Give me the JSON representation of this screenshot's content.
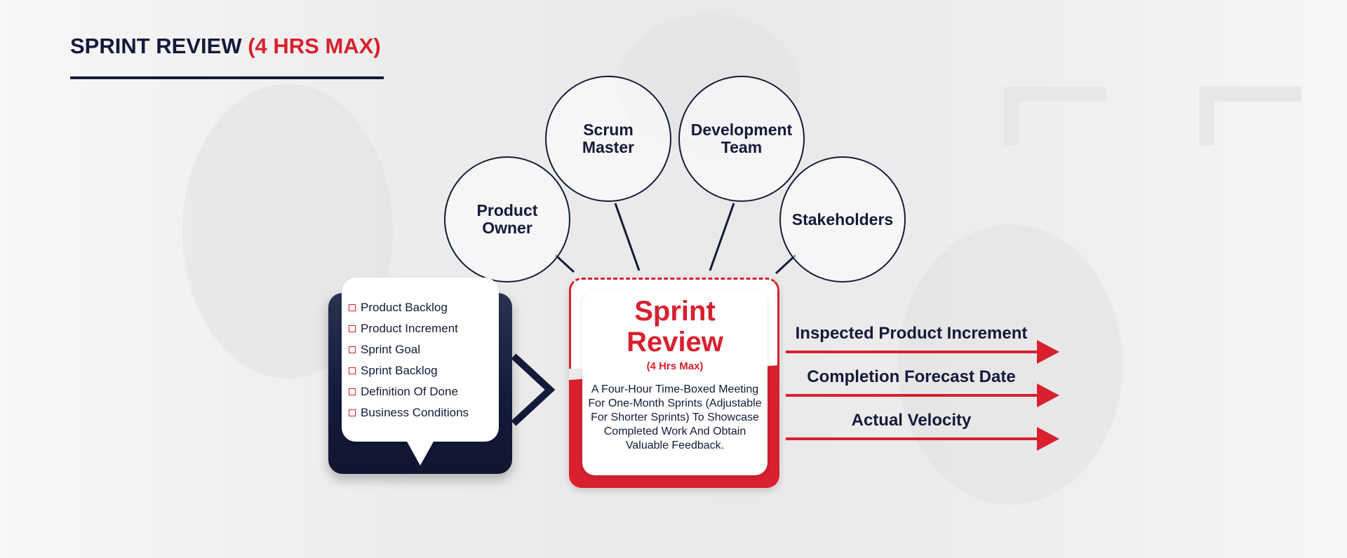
{
  "header": {
    "title_main": "SPRINT REVIEW",
    "title_accent": "(4 HRS MAX)"
  },
  "roles": [
    {
      "label": "Product\nOwner"
    },
    {
      "label": "Scrum\nMaster"
    },
    {
      "label": "Development\nTeam"
    },
    {
      "label": "Stakeholders"
    }
  ],
  "inputs": [
    "Product Backlog",
    "Product Increment",
    "Sprint Goal",
    "Sprint Backlog",
    "Definition Of Done",
    "Business Conditions"
  ],
  "event": {
    "title": "Sprint\nReview",
    "subtitle": "(4 Hrs Max)",
    "description": "A Four-Hour Time-Boxed Meeting For One-Month Sprints (Adjustable For Shorter Sprints) To Showcase Completed Work And Obtain Valuable Feedback."
  },
  "outputs": [
    "Inspected Product Increment",
    "Completion Forecast Date",
    "Actual Velocity"
  ],
  "colors": {
    "navy": "#141a3a",
    "red": "#d8202f"
  }
}
